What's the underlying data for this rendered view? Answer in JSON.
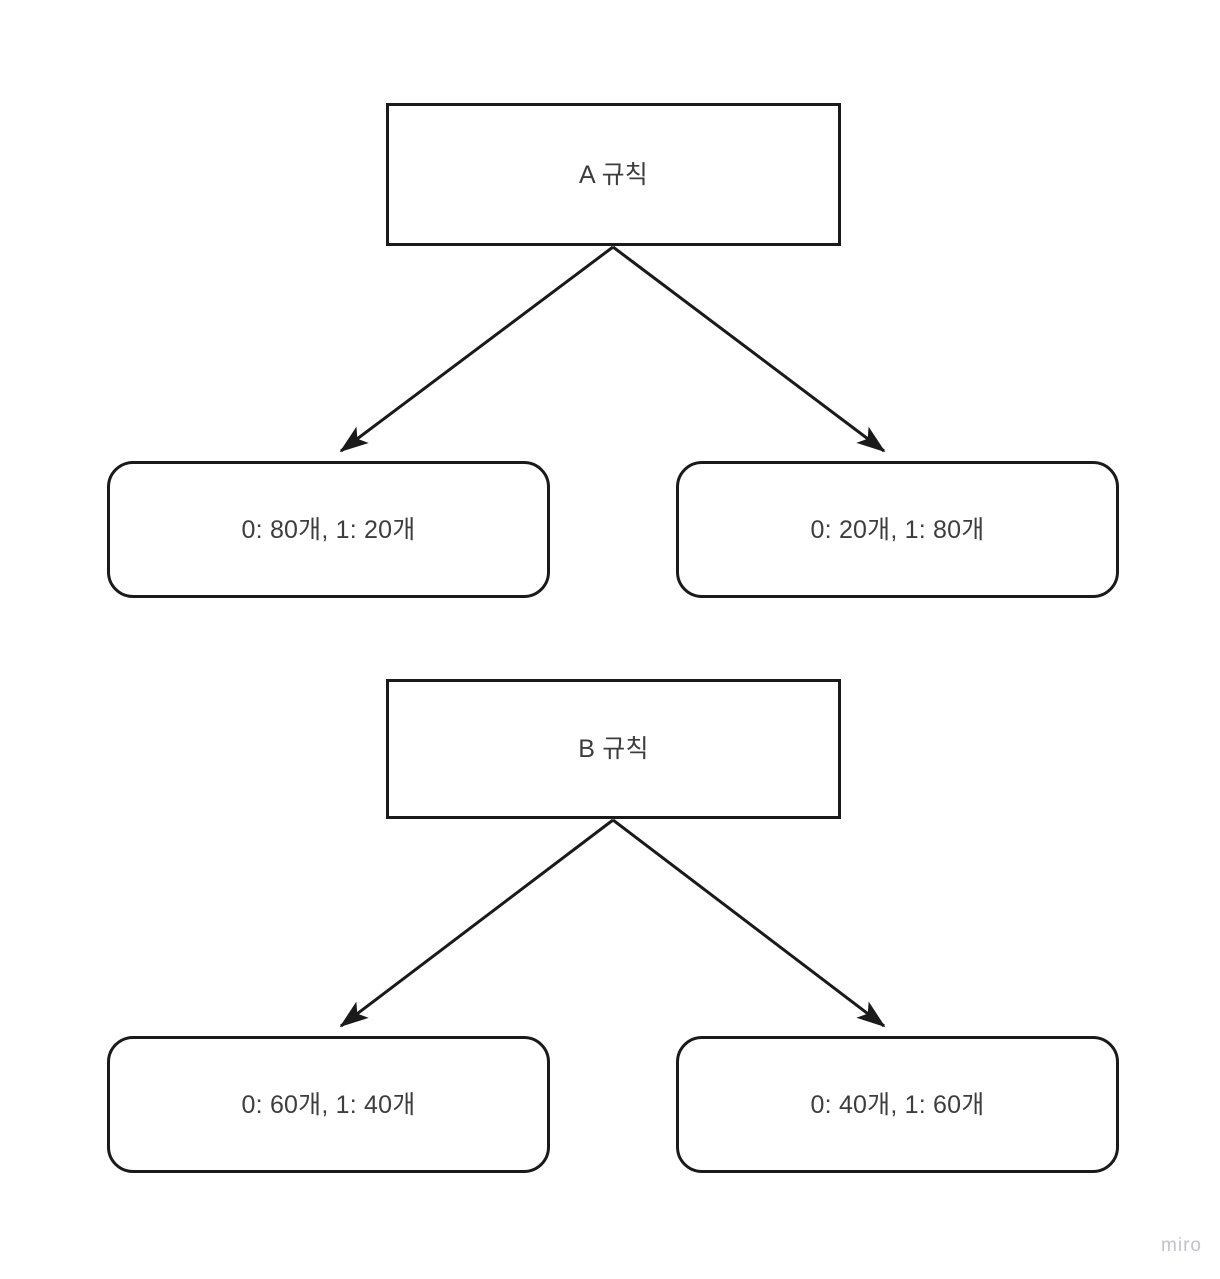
{
  "diagram": {
    "type": "tree",
    "background_color": "#ffffff",
    "stroke_color": "#1a1a1a",
    "text_color": "#3d3d3d",
    "watermark": "miro",
    "watermark_color": "#c2c2cc",
    "groups": [
      {
        "id": "group-a",
        "root": {
          "id": "rule-a",
          "shape": "rectangle",
          "label": "A 규칙"
        },
        "children": [
          {
            "id": "leaf-a-left",
            "shape": "rounded-rectangle",
            "label": "0: 80개, 1: 20개",
            "class_0": 80,
            "class_1": 20
          },
          {
            "id": "leaf-a-right",
            "shape": "rounded-rectangle",
            "label": "0: 20개, 1: 80개",
            "class_0": 20,
            "class_1": 80
          }
        ]
      },
      {
        "id": "group-b",
        "root": {
          "id": "rule-b",
          "shape": "rectangle",
          "label": "B 규칙"
        },
        "children": [
          {
            "id": "leaf-b-left",
            "shape": "rounded-rectangle",
            "label": "0: 60개, 1: 40개",
            "class_0": 60,
            "class_1": 40
          },
          {
            "id": "leaf-b-right",
            "shape": "rounded-rectangle",
            "label": "0: 40개, 1: 60개",
            "class_0": 40,
            "class_1": 60
          }
        ]
      }
    ],
    "edges": [
      {
        "from": "rule-a",
        "to": "leaf-a-left",
        "style": "solid",
        "arrow": "filled-triangle"
      },
      {
        "from": "rule-a",
        "to": "leaf-a-right",
        "style": "solid",
        "arrow": "filled-triangle"
      },
      {
        "from": "rule-b",
        "to": "leaf-b-left",
        "style": "solid",
        "arrow": "filled-triangle"
      },
      {
        "from": "rule-b",
        "to": "leaf-b-right",
        "style": "solid",
        "arrow": "filled-triangle"
      }
    ]
  }
}
